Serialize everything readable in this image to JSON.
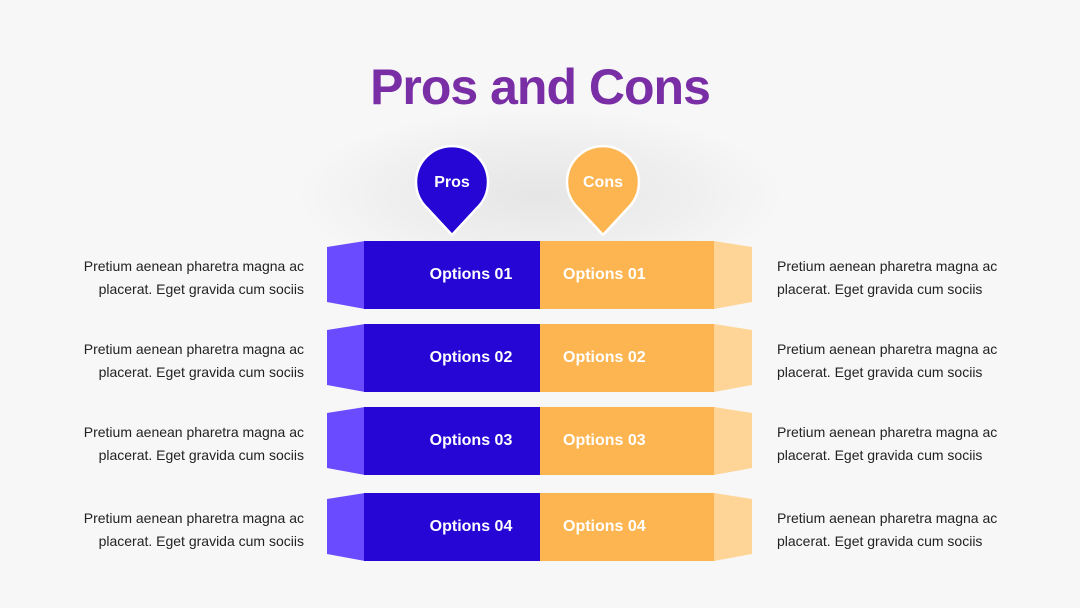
{
  "slide": {
    "title": "Pros and Cons"
  },
  "markers": {
    "pros_label": "Pros",
    "cons_label": "Cons",
    "pros_color": "#2506d4",
    "cons_color": "#fdb551"
  },
  "rows": [
    {
      "pros_option": "Options 01",
      "cons_option": "Options 01",
      "left_line1": "Pretium aenean pharetra magna ac",
      "left_line2": "placerat. Eget gravida cum sociis",
      "right_line1": "Pretium aenean pharetra magna ac",
      "right_line2": "placerat. Eget gravida cum sociis"
    },
    {
      "pros_option": "Options 02",
      "cons_option": "Options 02",
      "left_line1": "Pretium aenean pharetra magna ac",
      "left_line2": "placerat. Eget gravida cum sociis",
      "right_line1": "Pretium aenean pharetra magna ac",
      "right_line2": "placerat. Eget gravida cum sociis"
    },
    {
      "pros_option": "Options 03",
      "cons_option": "Options 03",
      "left_line1": "Pretium aenean pharetra magna ac",
      "left_line2": "placerat. Eget gravida cum sociis",
      "right_line1": "Pretium aenean pharetra magna ac",
      "right_line2": "placerat. Eget gravida cum sociis"
    },
    {
      "pros_option": "Options 04",
      "cons_option": "Options 04",
      "left_line1": "Pretium aenean pharetra magna ac",
      "left_line2": "placerat. Eget gravida cum sociis",
      "right_line1": "Pretium aenean pharetra magna ac",
      "right_line2": "placerat. Eget gravida cum sociis"
    }
  ]
}
